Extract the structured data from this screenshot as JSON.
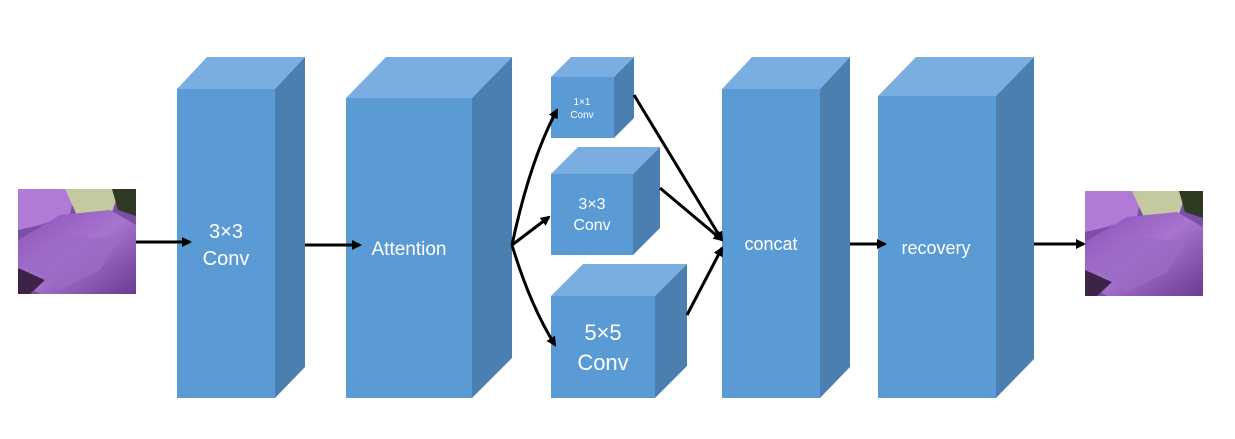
{
  "blocks": {
    "conv3_first": {
      "line1": "3×3",
      "line2": "Conv"
    },
    "attention": {
      "label": "Attention"
    },
    "conv1": {
      "line1": "1×1",
      "line2": "Conv"
    },
    "conv3_branch": {
      "line1": "3×3",
      "line2": "Conv"
    },
    "conv5": {
      "line1": "5×5",
      "line2": "Conv"
    },
    "concat": {
      "label": "concat"
    },
    "recovery": {
      "label": "recovery"
    }
  },
  "images": {
    "input": "flower-input-image",
    "output": "flower-output-image"
  },
  "colors": {
    "block_front": "#5b9bd5",
    "block_top": "#7aaee0",
    "block_side": "#4a7fb0",
    "arrow": "#000000",
    "label": "#ffffff"
  }
}
